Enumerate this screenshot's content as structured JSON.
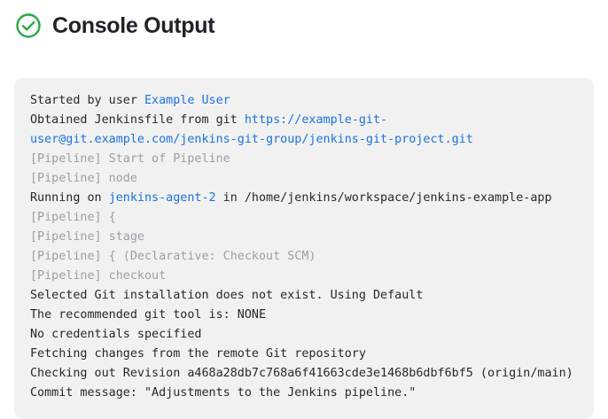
{
  "header": {
    "title": "Console Output",
    "status_icon": "check-circle-icon",
    "status_color": "#28a745"
  },
  "colors": {
    "panel_background": "#f1f1f1",
    "text": "#24292e",
    "muted_text": "#9aa0a6",
    "link": "#1a73e8",
    "success": "#28a745"
  },
  "console": {
    "lines": [
      {
        "style": "plain",
        "segments": [
          {
            "text": "Started by user ",
            "type": "text"
          },
          {
            "text": "Example User",
            "type": "link"
          }
        ]
      },
      {
        "style": "plain",
        "segments": [
          {
            "text": "Obtained Jenkinsfile from git ",
            "type": "text"
          },
          {
            "text": "https://example-git-user@git.example.com/jenkins-git-group/jenkins-git-project.git",
            "type": "link"
          }
        ]
      },
      {
        "style": "muted",
        "segments": [
          {
            "text": "[Pipeline] Start of Pipeline",
            "type": "text"
          }
        ]
      },
      {
        "style": "muted",
        "segments": [
          {
            "text": "[Pipeline] node",
            "type": "text"
          }
        ]
      },
      {
        "style": "plain",
        "segments": [
          {
            "text": "Running on ",
            "type": "text"
          },
          {
            "text": "jenkins-agent-2",
            "type": "link"
          },
          {
            "text": " in /home/jenkins/workspace/jenkins-example-app",
            "type": "text"
          }
        ]
      },
      {
        "style": "muted",
        "segments": [
          {
            "text": "[Pipeline] {",
            "type": "text"
          }
        ]
      },
      {
        "style": "muted",
        "segments": [
          {
            "text": "[Pipeline] stage",
            "type": "text"
          }
        ]
      },
      {
        "style": "muted",
        "segments": [
          {
            "text": "[Pipeline] { (Declarative: Checkout SCM)",
            "type": "text"
          }
        ]
      },
      {
        "style": "muted",
        "segments": [
          {
            "text": "[Pipeline] checkout",
            "type": "text"
          }
        ]
      },
      {
        "style": "plain",
        "segments": [
          {
            "text": "Selected Git installation does not exist. Using Default",
            "type": "text"
          }
        ]
      },
      {
        "style": "plain",
        "segments": [
          {
            "text": "The recommended git tool is: NONE",
            "type": "text"
          }
        ]
      },
      {
        "style": "plain",
        "segments": [
          {
            "text": "No credentials specified",
            "type": "text"
          }
        ]
      },
      {
        "style": "plain",
        "segments": [
          {
            "text": "Fetching changes from the remote Git repository",
            "type": "text"
          }
        ]
      },
      {
        "style": "plain",
        "segments": [
          {
            "text": "Checking out Revision a468a28db7c768a6f41663cde3e1468b6dbf6bf5 (origin/main)",
            "type": "text"
          }
        ]
      },
      {
        "style": "plain",
        "segments": [
          {
            "text": "Commit message: \"Adjustments to the Jenkins pipeline.\"",
            "type": "text"
          }
        ]
      }
    ]
  }
}
